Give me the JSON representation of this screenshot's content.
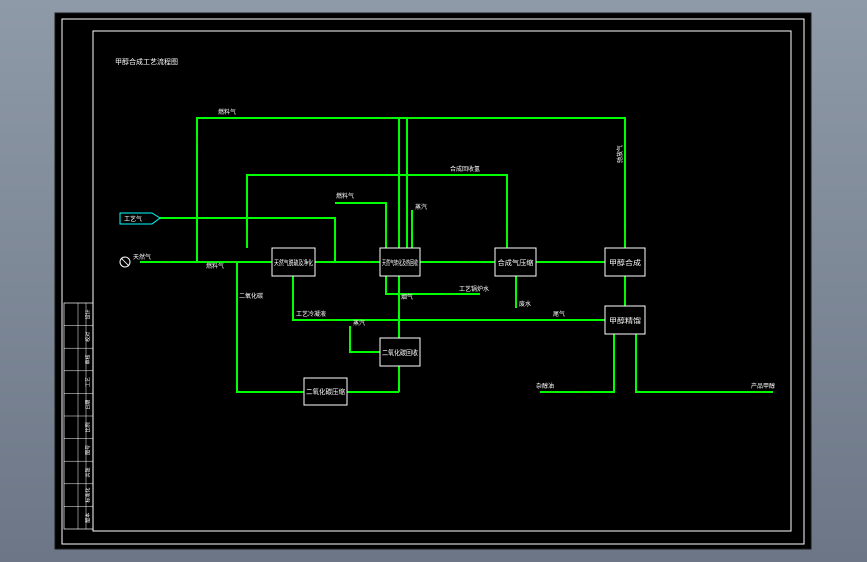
{
  "drawing": {
    "title": "甲醇合成工艺流程图",
    "colors": {
      "background": "#000000",
      "border": "#ffffff",
      "pipe": "#00ff00",
      "arrow": "#ff0000",
      "feed_box": "#00ffff",
      "text": "#ffffff"
    }
  },
  "equipment": {
    "reformer": "天然气脱硫及净化",
    "converter": "天然气转化及热回收",
    "compressor": "合成气压缩",
    "synthesis": "甲醇合成",
    "distillation": "甲醇精馏",
    "co2_recovery": "二氧化碳回收",
    "co2_compressor": "二氧化碳压缩"
  },
  "streams": {
    "fuel_gas_top": "燃料气",
    "purge_hydrogen": "合成回收氢",
    "vent_gas": "驰放气",
    "fuel_gas_mid": "燃料气",
    "feed_tag": "工艺气",
    "natural_gas": "天然气",
    "steam_top": "蒸汽",
    "fuel_gas_left": "燃料气",
    "co2_left": "二氧化碳",
    "boiler_water": "工艺锅炉水",
    "flue_gas": "烟气",
    "process_condensate": "工艺冷凝液",
    "waste_water": "废水",
    "steam_mid": "蒸汽",
    "tail_gas": "尾气",
    "byproduct": "杂醇油",
    "product": "产品甲醇"
  },
  "title_block": {
    "cells": [
      "设计",
      "校对",
      "审核",
      "工艺",
      "日期",
      "比例",
      "图号",
      "共张",
      "标准化",
      "版本"
    ]
  }
}
